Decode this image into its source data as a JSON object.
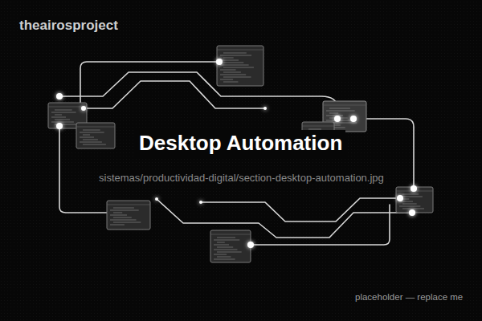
{
  "diagram": {
    "title": "Desktop Automation",
    "labels": [
      "theairosproject",
      "sistemas/productividad-digital/section-desktop-automation.jpg",
      "placeholder — replace me"
    ]
  }
}
